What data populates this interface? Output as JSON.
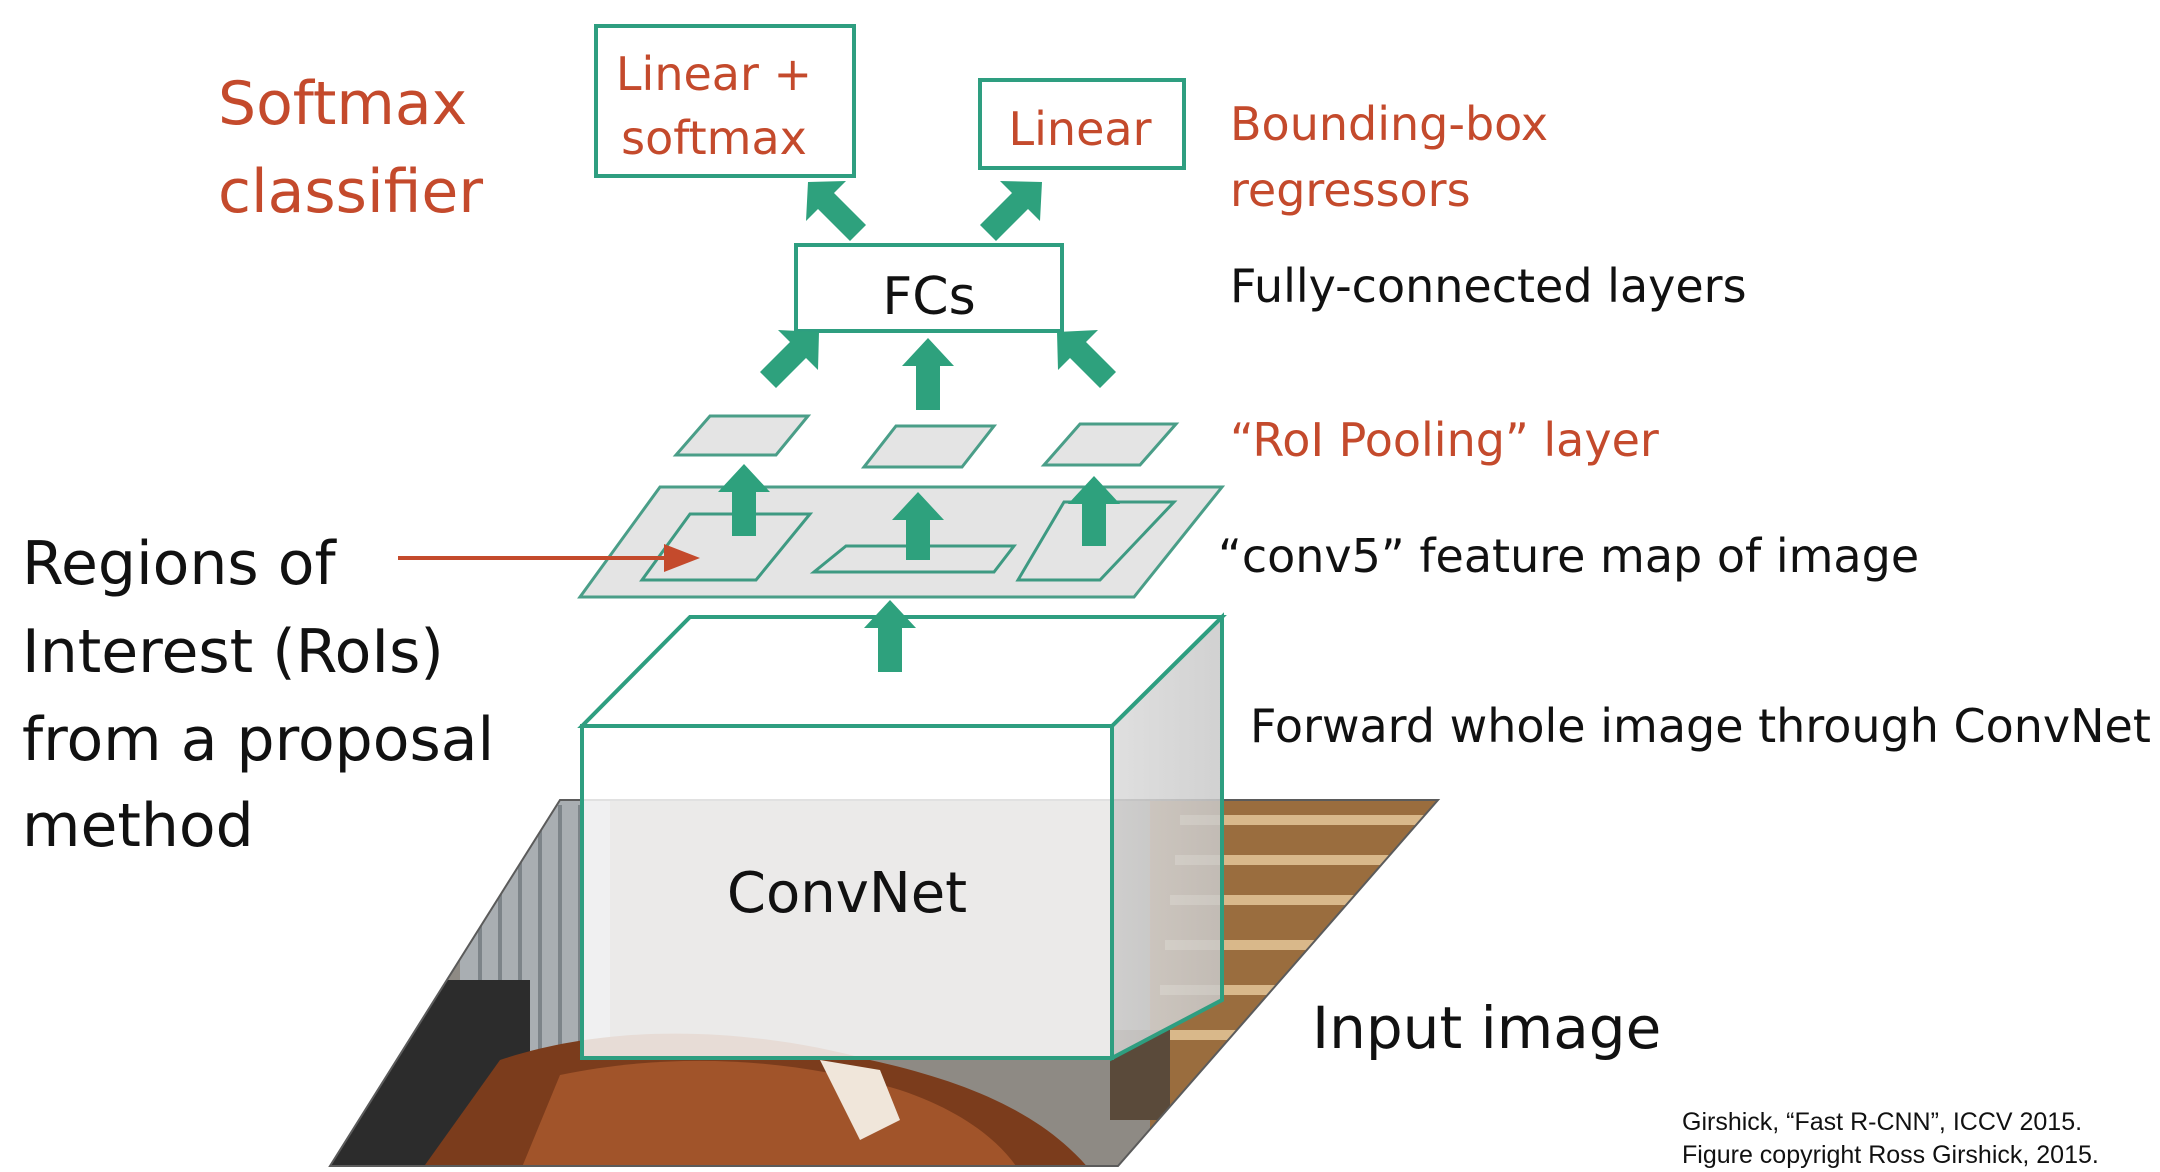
{
  "colors": {
    "accent": "#c44a2c",
    "box_stroke": "#2e9e80",
    "arrow_fill": "#2ea17d",
    "plane_fill": "#e4e4e4",
    "plane_stroke": "#4a9e88",
    "text": "#111111"
  },
  "boxes": {
    "linear_softmax": [
      "Linear +",
      "softmax"
    ],
    "linear": "Linear",
    "fcs": "FCs",
    "convnet": "ConvNet"
  },
  "labels": {
    "softmax_classifier": [
      "Softmax",
      "classifier"
    ],
    "bbox_regressors": [
      "Bounding-box",
      "regressors"
    ],
    "fully_connected": "Fully-connected layers",
    "roi_pooling": "“RoI Pooling” layer",
    "conv5": "“conv5” feature map of image",
    "forward": "Forward whole image through ConvNet",
    "input_image": "Input image",
    "regions": [
      "Regions of",
      "Interest (RoIs)",
      "from a proposal",
      "method"
    ]
  },
  "citation": [
    "Girshick, “Fast R-CNN”, ICCV 2015.",
    "Figure copyright Ross Girshick, 2015."
  ],
  "photo": {
    "subject": "horse-and-rider-photo"
  }
}
